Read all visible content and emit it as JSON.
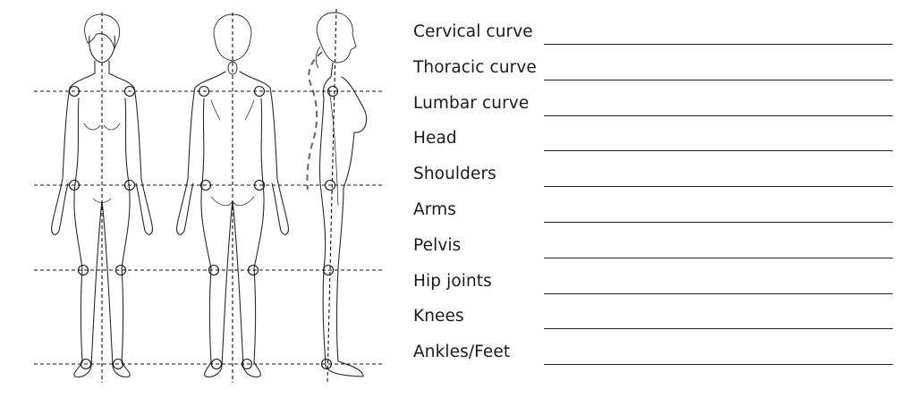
{
  "worksheet": {
    "rows": [
      {
        "label": "Cervical curve"
      },
      {
        "label": "Thoracic curve"
      },
      {
        "label": "Lumbar curve"
      },
      {
        "label": "Head"
      },
      {
        "label": "Shoulders"
      },
      {
        "label": "Arms"
      },
      {
        "label": "Pelvis"
      },
      {
        "label": "Hip joints"
      },
      {
        "label": "Knees"
      },
      {
        "label": "Ankles/Feet"
      }
    ]
  },
  "figures": {
    "views": [
      "front-view",
      "back-view",
      "side-view"
    ],
    "landmark_levels": [
      "shoulder",
      "hip",
      "knee",
      "ankle"
    ]
  }
}
